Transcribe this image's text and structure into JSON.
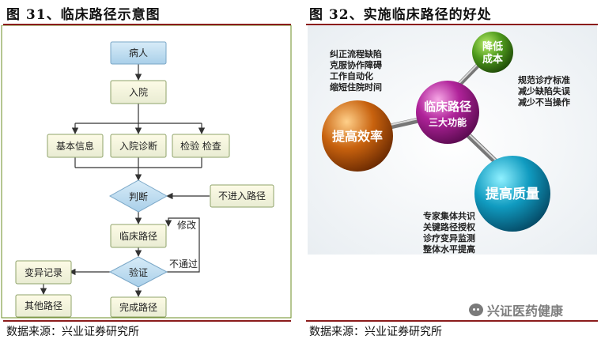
{
  "left": {
    "title": "图 31、临床路径示意图",
    "source": "数据来源：兴业证券研究所",
    "nodes": {
      "patient": "病人",
      "admission": "入院",
      "basic_info": "基本信息",
      "admission_diagnosis": "入院诊断",
      "tests": "检验  检查",
      "judge": "判断",
      "not_enter": "不进入路径",
      "clinical_path": "临床路径",
      "verify": "验证",
      "variance_record": "变异记录",
      "other_path": "其他路径",
      "complete_path": "完成路径"
    },
    "edge_labels": {
      "revise": "修改",
      "fail": "不通过"
    }
  },
  "right": {
    "title": "图 32、实施临床路径的好处",
    "source": "数据来源：兴业证券研究所",
    "center": {
      "line1": "临床路径",
      "line2": "三大功能"
    },
    "cost": {
      "line1": "降低",
      "line2": "成本"
    },
    "efficiency": "提高效率",
    "quality": "提高质量",
    "efficiency_points": [
      "纠正流程缺陷",
      "克服协作障碍",
      "工作自动化",
      "缩短住院时间"
    ],
    "cost_points": [
      "规范诊疗标准",
      "减少缺陷失误",
      "减少不当操作"
    ],
    "quality_points": [
      "专家集体共识",
      "关键路径授权",
      "诊疗变异监测",
      "整体水平提高"
    ]
  },
  "watermark": "兴证医药健康"
}
